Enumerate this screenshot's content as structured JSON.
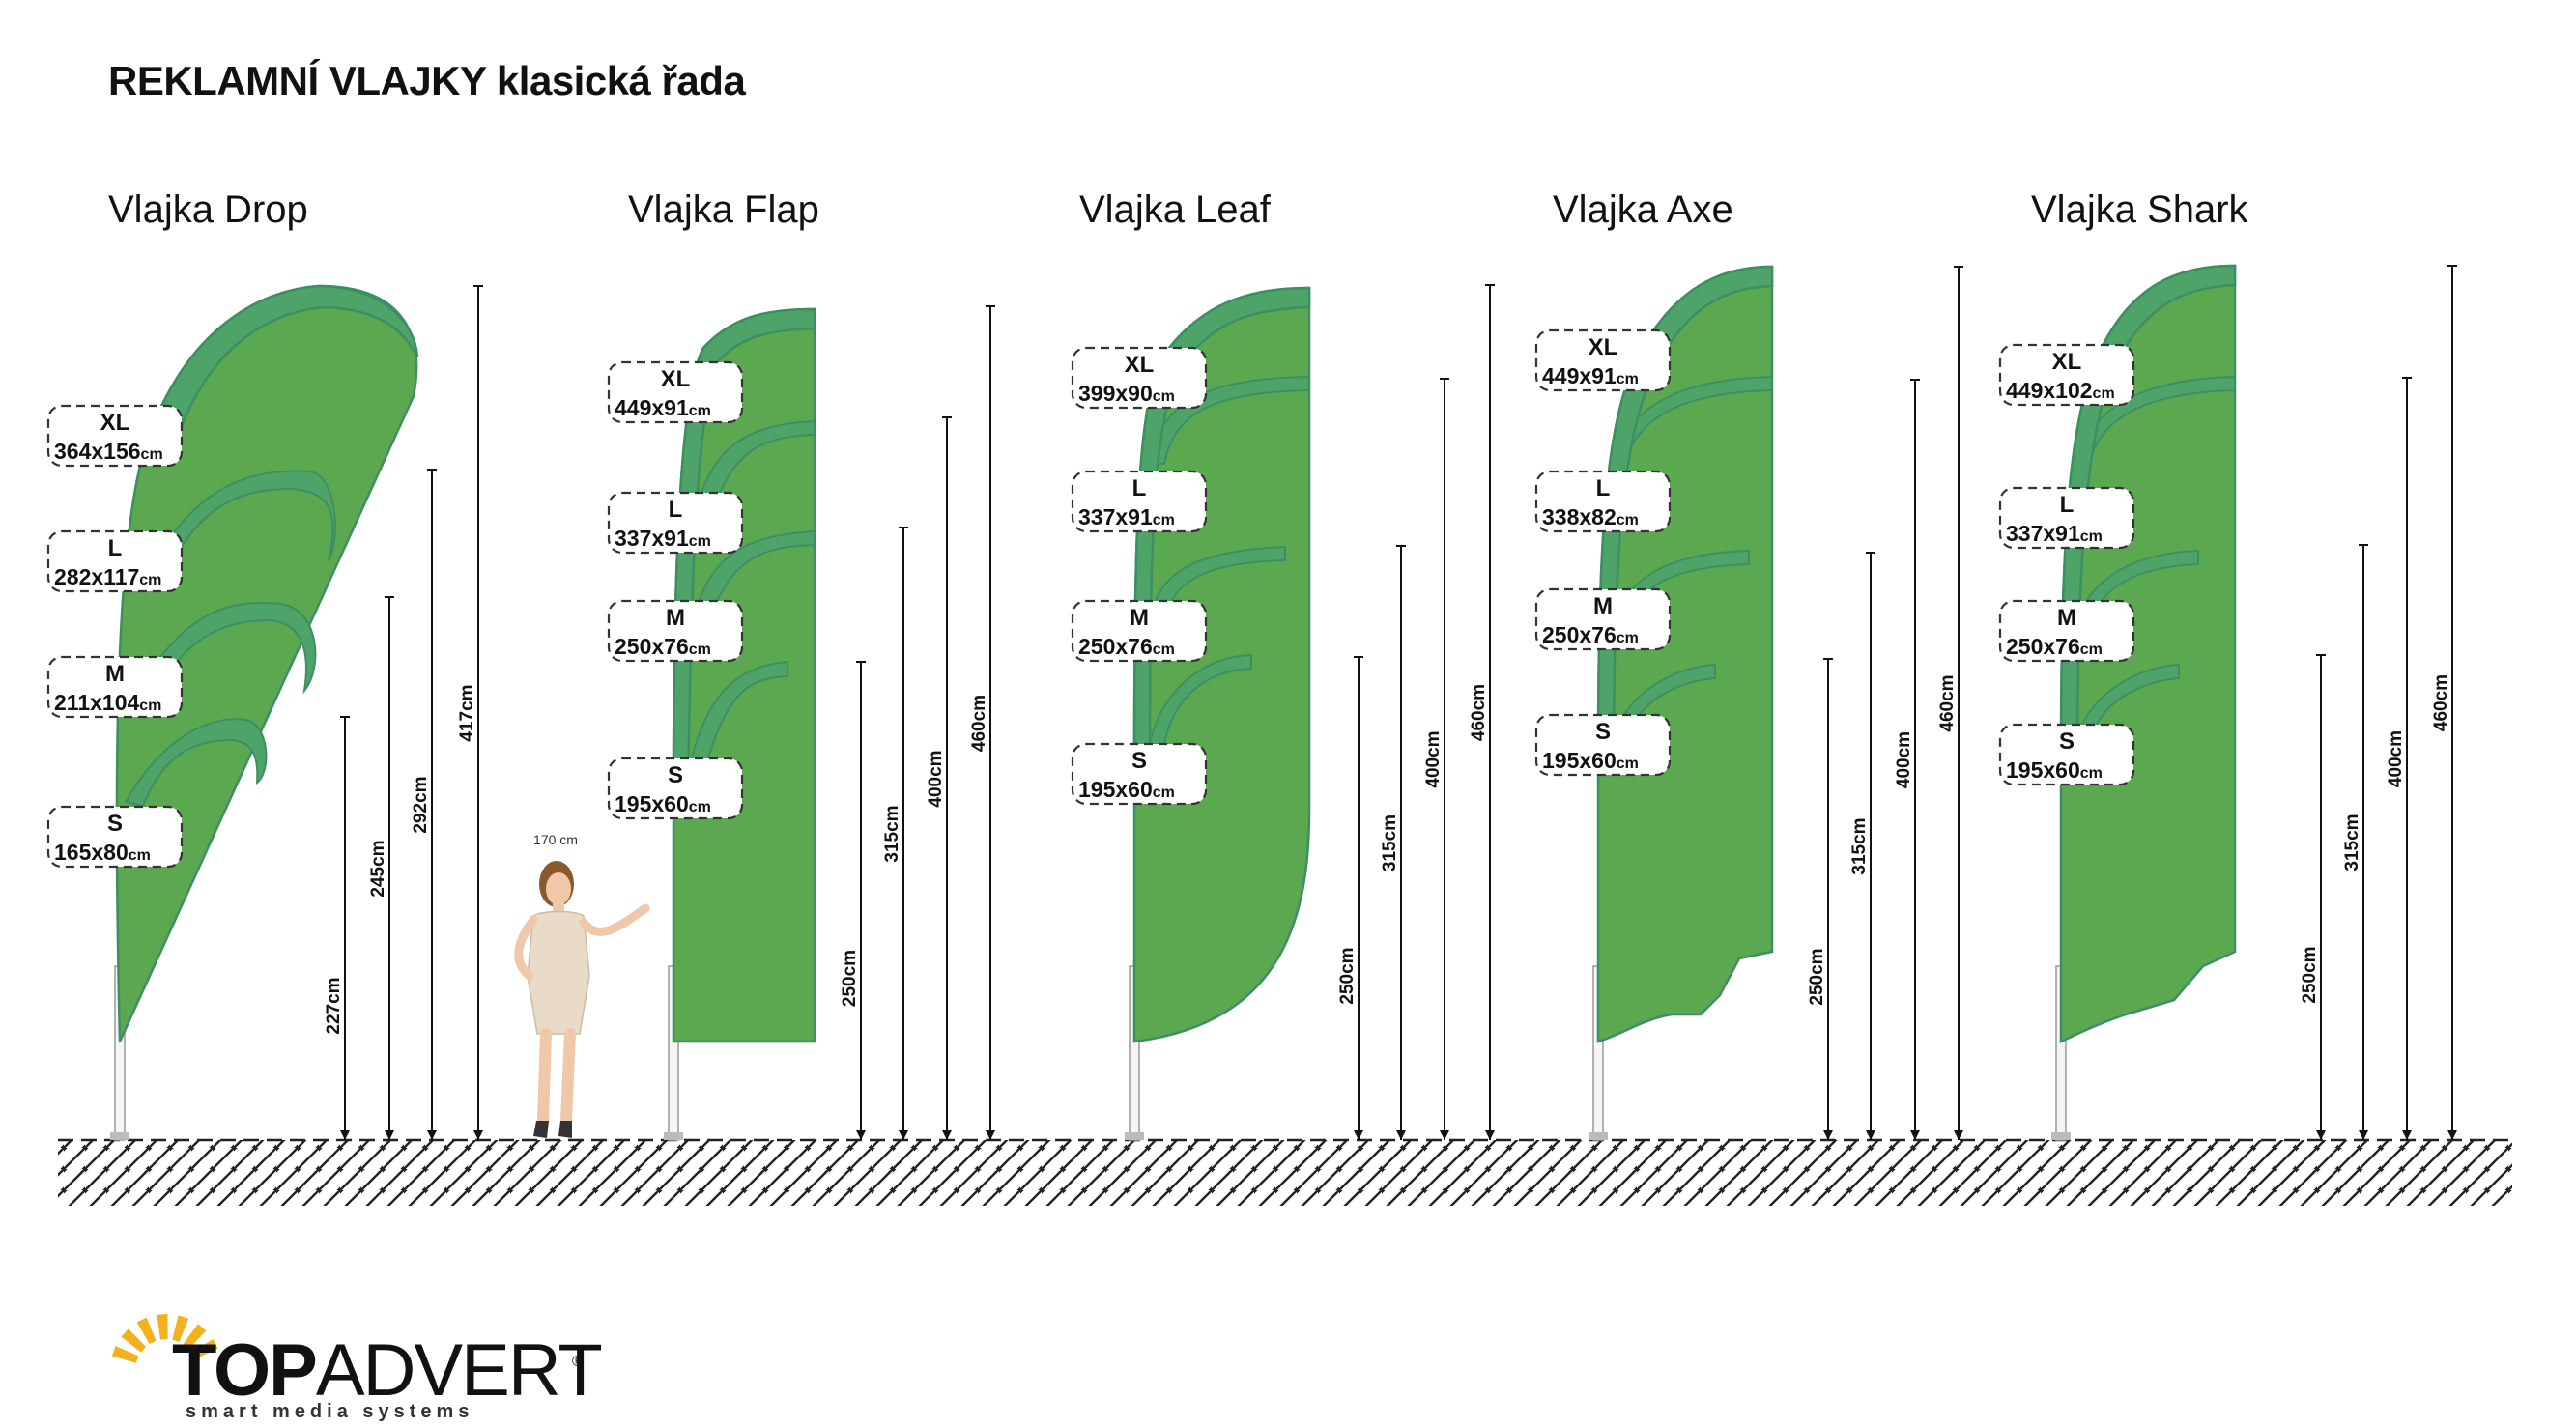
{
  "title": "REKLAMNÍ VLAJKY klasická řada",
  "person_label": "170 cm",
  "brand": {
    "wordmark_top": "TOP",
    "wordmark_advert": "ADVERT",
    "registered": "®",
    "tagline": "smart media systems"
  },
  "colors": {
    "flag": "#5ba851",
    "flag_edge": "#3d8f63",
    "sleeve": "#4ea468",
    "brand_yellow": "#f2b11d",
    "ink": "#111111"
  },
  "flags": [
    {
      "name": "Vlajka Drop",
      "sizes": [
        {
          "size": "XL",
          "dim": "364x156",
          "unit": "cm"
        },
        {
          "size": "L",
          "dim": "282x117",
          "unit": "cm"
        },
        {
          "size": "M",
          "dim": "211x104",
          "unit": "cm"
        },
        {
          "size": "S",
          "dim": "165x80",
          "unit": "cm"
        }
      ],
      "heights": [
        "227cm",
        "245cm",
        "292cm",
        "417cm"
      ]
    },
    {
      "name": "Vlajka Flap",
      "sizes": [
        {
          "size": "XL",
          "dim": "449x91",
          "unit": "cm"
        },
        {
          "size": "L",
          "dim": "337x91",
          "unit": "cm"
        },
        {
          "size": "M",
          "dim": "250x76",
          "unit": "cm"
        },
        {
          "size": "S",
          "dim": "195x60",
          "unit": "cm"
        }
      ],
      "heights": [
        "250cm",
        "315cm",
        "400cm",
        "460cm"
      ]
    },
    {
      "name": "Vlajka Leaf",
      "sizes": [
        {
          "size": "XL",
          "dim": "399x90",
          "unit": "cm"
        },
        {
          "size": "L",
          "dim": "337x91",
          "unit": "cm"
        },
        {
          "size": "M",
          "dim": "250x76",
          "unit": "cm"
        },
        {
          "size": "S",
          "dim": "195x60",
          "unit": "cm"
        }
      ],
      "heights": [
        "250cm",
        "315cm",
        "400cm",
        "460cm"
      ]
    },
    {
      "name": "Vlajka Axe",
      "sizes": [
        {
          "size": "XL",
          "dim": "449x91",
          "unit": "cm"
        },
        {
          "size": "L",
          "dim": "338x82",
          "unit": "cm"
        },
        {
          "size": "M",
          "dim": "250x76",
          "unit": "cm"
        },
        {
          "size": "S",
          "dim": "195x60",
          "unit": "cm"
        }
      ],
      "heights": [
        "250cm",
        "315cm",
        "400cm",
        "460cm"
      ]
    },
    {
      "name": "Vlajka Shark",
      "sizes": [
        {
          "size": "XL",
          "dim": "449x102",
          "unit": "cm"
        },
        {
          "size": "L",
          "dim": "337x91",
          "unit": "cm"
        },
        {
          "size": "M",
          "dim": "250x76",
          "unit": "cm"
        },
        {
          "size": "S",
          "dim": "195x60",
          "unit": "cm"
        }
      ],
      "heights": [
        "250cm",
        "315cm",
        "400cm",
        "460cm"
      ]
    }
  ]
}
